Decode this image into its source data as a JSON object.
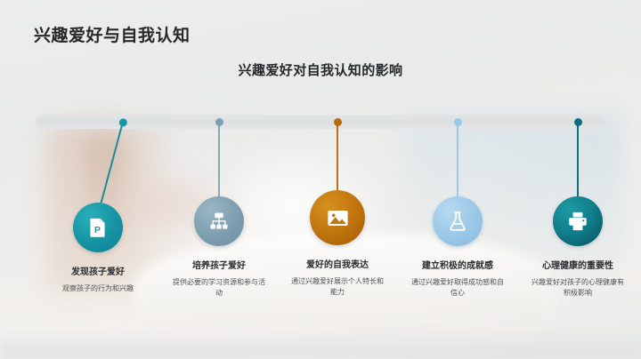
{
  "slide": {
    "title": "兴趣爱好与自我认知",
    "subtitle": "兴趣爱好对自我认知的影响"
  },
  "timeline": {
    "bar_color": "#dfe2e3",
    "nodes": [
      {
        "id": "node-1",
        "icon": "file-document-p-icon",
        "title": "发现孩子爱好",
        "desc": "观察孩子的行为和兴趣",
        "color": "#1896a6",
        "color_dark": "#0d7f8e",
        "dot_color": "#1896a6"
      },
      {
        "id": "node-2",
        "icon": "org-chart-hierarchy-icon",
        "title": "培养孩子爱好",
        "desc": "提供必要的学习资源和参与活动",
        "color": "#7fa0b0",
        "color_dark": "#6d90a2",
        "dot_color": "#7fa0b0"
      },
      {
        "id": "node-3",
        "icon": "image-picture-icon",
        "title": "爱好的自我表达",
        "desc": "通过兴趣爱好展示个人特长和能力",
        "color": "#c57a17",
        "color_dark": "#a95f0a",
        "dot_color": "#b76a10"
      },
      {
        "id": "node-4",
        "icon": "flask-beaker-icon",
        "title": "建立积极的成就感",
        "desc": "通过兴趣爱好取得成功感和自信心",
        "color": "#9cc9e8",
        "color_dark": "#87bbe0",
        "dot_color": "#97c8e9"
      },
      {
        "id": "node-5",
        "icon": "printer-icon",
        "title": "心理健康的重要性",
        "desc": "兴趣爱好对孩子的心理健康有积极影响",
        "color": "#11808e",
        "color_dark": "#0a5f6b",
        "dot_color": "#0f6f7c"
      }
    ]
  }
}
